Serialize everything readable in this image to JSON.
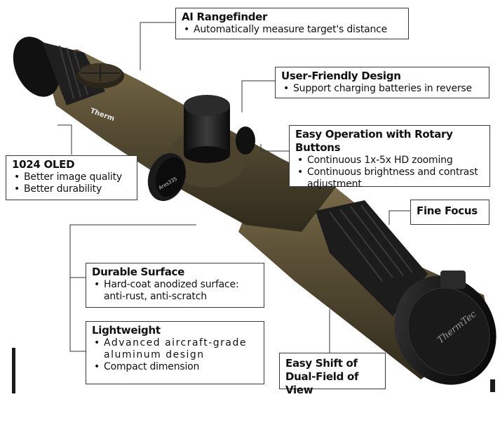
{
  "callouts": {
    "ai_rangefinder": {
      "title": "AI Rangefinder",
      "bullets": [
        "Automatically measure target's distance"
      ]
    },
    "user_friendly": {
      "title": "User-Friendly Design",
      "bullets": [
        "Support charging batteries in reverse"
      ]
    },
    "rotary": {
      "title": "Easy Operation with Rotary Buttons",
      "bullets": [
        "Continuous 1x-5x HD zooming",
        "Continuous brightness and contrast adjustment"
      ]
    },
    "oled": {
      "title": "1024 OLED",
      "bullets": [
        "Better image quality",
        "Better durability"
      ]
    },
    "fine_focus": {
      "title": "Fine Focus"
    },
    "durable": {
      "title": "Durable Surface",
      "bullets": [
        "Hard-coat anodized surface: anti-rust, anti-scratch"
      ]
    },
    "lightweight": {
      "title": "Lightweight",
      "bullets": [
        "Advanced aircraft-grade aluminum design",
        "Compact dimension"
      ]
    },
    "dual_fov": {
      "title": "Easy Shift of Dual-Field of View"
    }
  },
  "product": {
    "cap_logo": "ThermTec",
    "body_logo": "Therm",
    "turret_label": "Ares335"
  },
  "colors": {
    "body": "#5a5036",
    "body_dark": "#2e2a1c",
    "rubber": "#1c1c1c",
    "border": "#3a3a3a"
  }
}
